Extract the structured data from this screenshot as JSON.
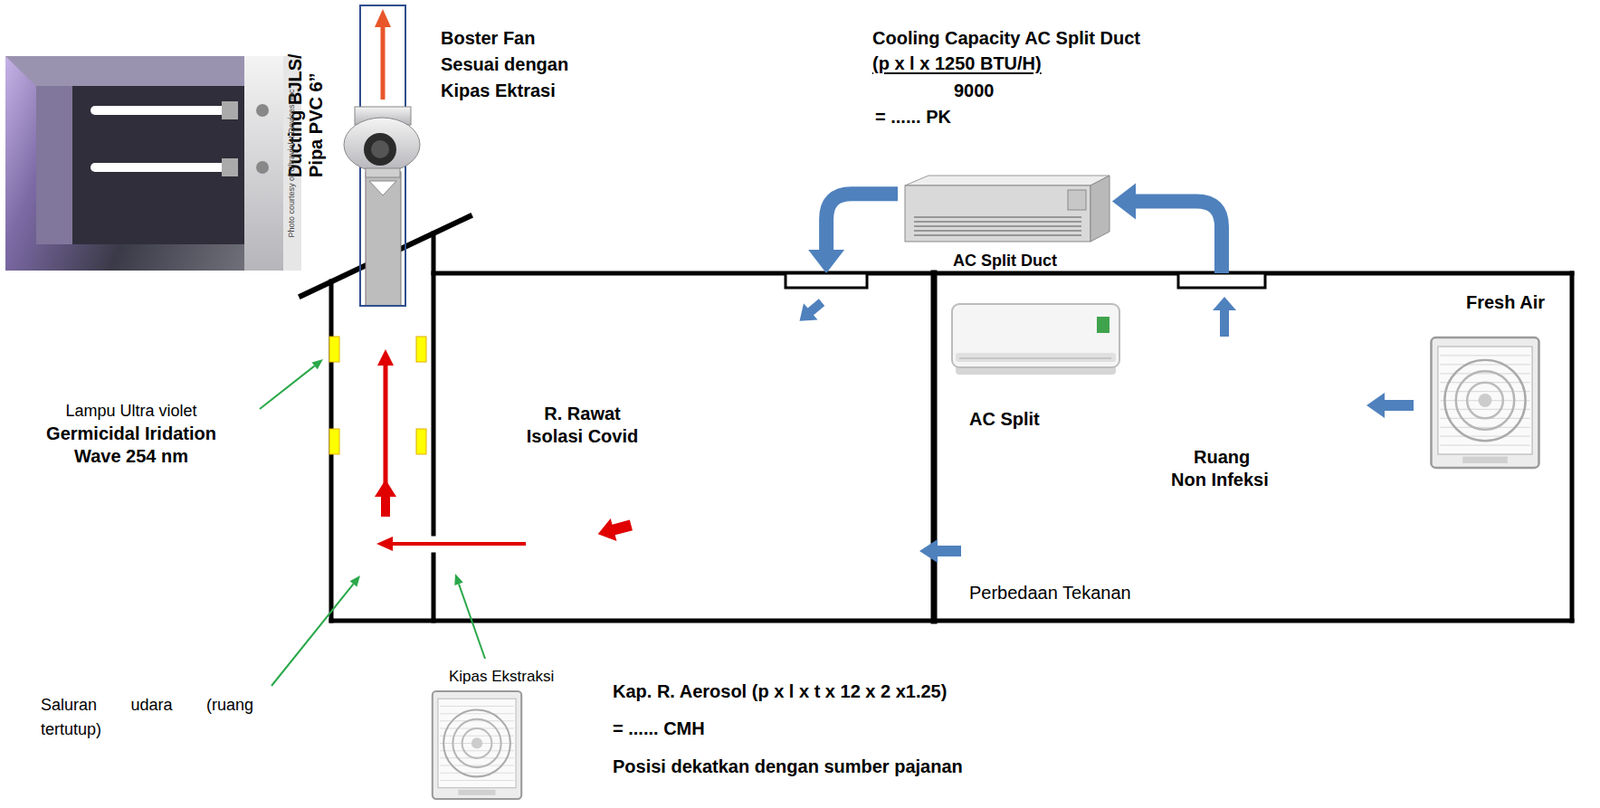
{
  "diagram": {
    "nodes": [
      {
        "text": [
          "AC Split Duct"
        ]
      },
      {
        "text": [
          "R. Rawat Isolasi Covid"
        ]
      },
      {
        "text": [
          "Ruang Non Infeksi"
        ]
      }
    ],
    "edges": [
      {
        "from": 2,
        "to": 0,
        "arrow": "to"
      },
      {
        "from": 0,
        "to": 1,
        "arrow": "to"
      }
    ],
    "labels": [
      "Ducting BJLS/ Pipa PVC 6”",
      "Boster Fan",
      "Sesuai dengan",
      "Kipas Ektrasi",
      "Cooling Capacity AC Split Duct",
      "(p x l x 1250 BTU/H)",
      "9000",
      "= ...... PK",
      "Photo courtesy of Ultraviolet Devices, Inc",
      "Fresh Air",
      "AC Split",
      "Lampu Ultra violet",
      "Germicidal Iridation Wave 254 nm",
      "Perbedaan Tekanan",
      "Kipas Ekstraksi",
      "Kap. R. Aerosol (p x l x t x 12 x 2 x1.25)",
      "= ...... CMH",
      "Posisi dekatkan dengan sumber pajanan",
      "Saluran udara (ruang tertutup)"
    ]
  }
}
